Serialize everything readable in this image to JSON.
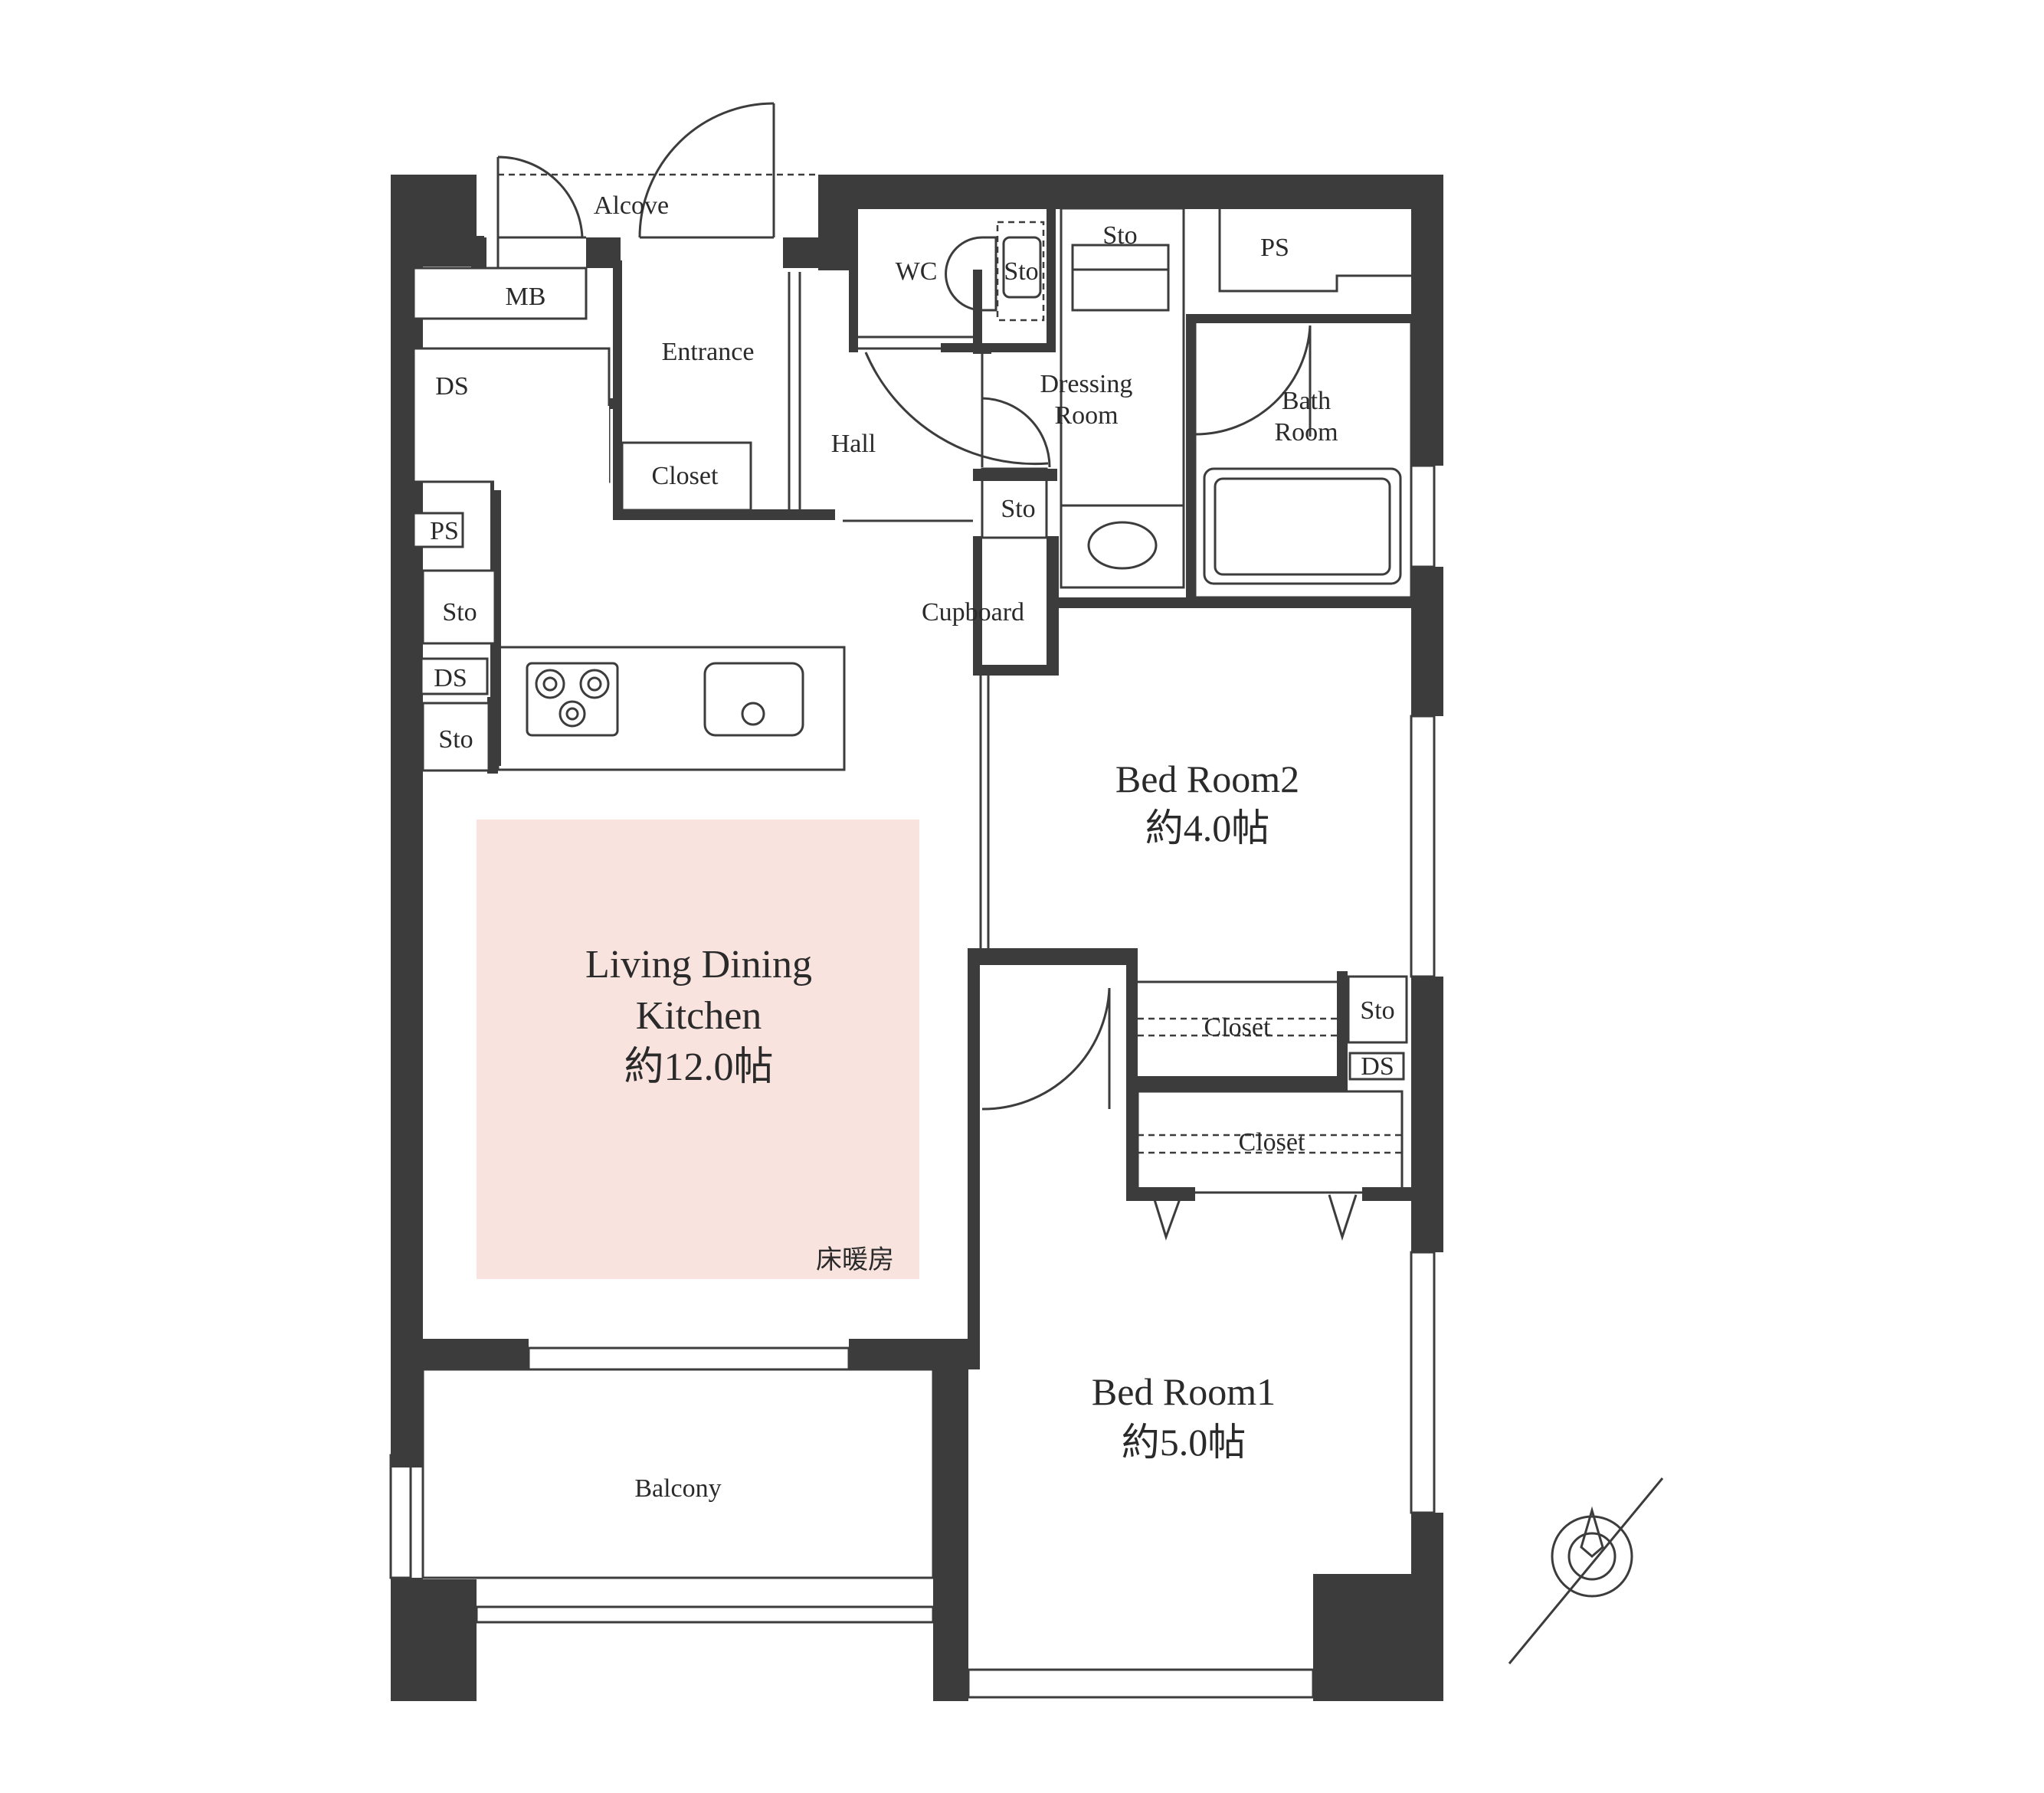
{
  "colors": {
    "wall": "#3c3c3c",
    "ldk_highlight": "#f9e3df",
    "background": "#ffffff"
  },
  "icons": [
    "stove-icon",
    "sink-icon",
    "toilet-icon",
    "bathtub-icon",
    "washbasin-icon",
    "compass-icon"
  ],
  "rooms": {
    "alcove": "Alcove",
    "mb": "MB",
    "entrance": "Entrance",
    "wc": "WC",
    "wc_sto": "Sto",
    "dressing_sto": "Sto",
    "ps_top": "PS",
    "ds_left": "DS",
    "closet_entrance": "Closet",
    "hall": "Hall",
    "dressing_room_1": "Dressing",
    "dressing_room_2": "Room",
    "bath_room_1": "Bath",
    "bath_room_2": "Room",
    "hall_sto": "Sto",
    "ps_left": "PS",
    "sto_left_1": "Sto",
    "cupboard": "Cupboard",
    "ds_left_2": "DS",
    "sto_left_2": "Sto",
    "bedroom2_name": "Bed Room2",
    "bedroom2_size": "約4.0帖",
    "ldk_line1": "Living Dining",
    "ldk_line2": "Kitchen",
    "ldk_size": "約12.0帖",
    "floor_heating": "床暖房",
    "closet_br2": "Closet",
    "sto_br2": "Sto",
    "ds_br2": "DS",
    "closet_br1": "Closet",
    "balcony": "Balcony",
    "bedroom1_name": "Bed Room1",
    "bedroom1_size": "約5.0帖"
  }
}
